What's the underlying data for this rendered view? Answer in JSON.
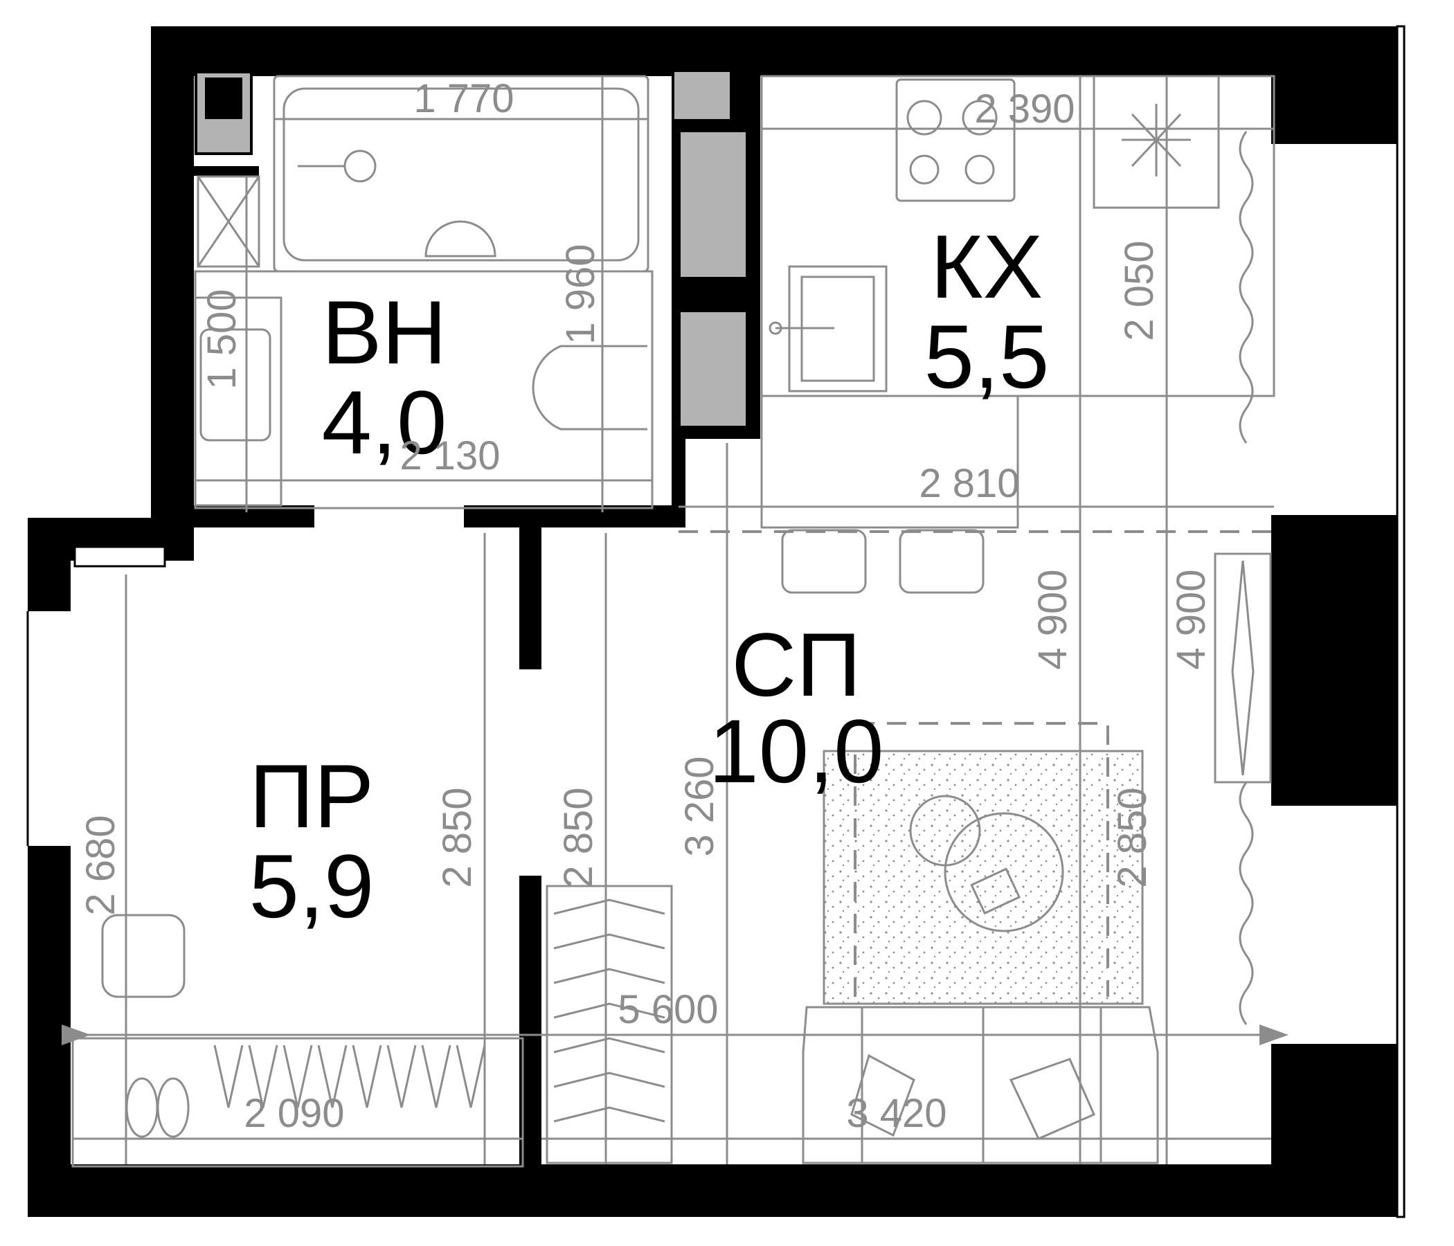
{
  "rooms": {
    "bathroom": {
      "code": "ВН",
      "area": "4,0"
    },
    "kitchen": {
      "code": "КХ",
      "area": "5,5"
    },
    "living": {
      "code": "СП",
      "area": "10,0"
    },
    "hallway": {
      "code": "ПР",
      "area": "5,9"
    }
  },
  "dimensions": {
    "bath_tub_width": "1 770",
    "bath_height": "1 960",
    "bath_sink_depth": "1 500",
    "bath_width": "2 130",
    "kitchen_top": "2 390",
    "kitchen_side": "2 050",
    "kitchen_width": "2 810",
    "full_height_inner": "4 900",
    "full_height_right": "4 900",
    "partition_height": "3 260",
    "hall_height": "2 850",
    "wardrobe_height": "2 850",
    "living_rug_height": "2 850",
    "hall_window_height": "2 680",
    "total_width": "5 600",
    "hall_width": "2 090",
    "living_width": "3 420"
  },
  "colors": {
    "wall": "#000000",
    "dimension": "#8c8c8c",
    "fixture_fill": "#b3b3b3"
  }
}
